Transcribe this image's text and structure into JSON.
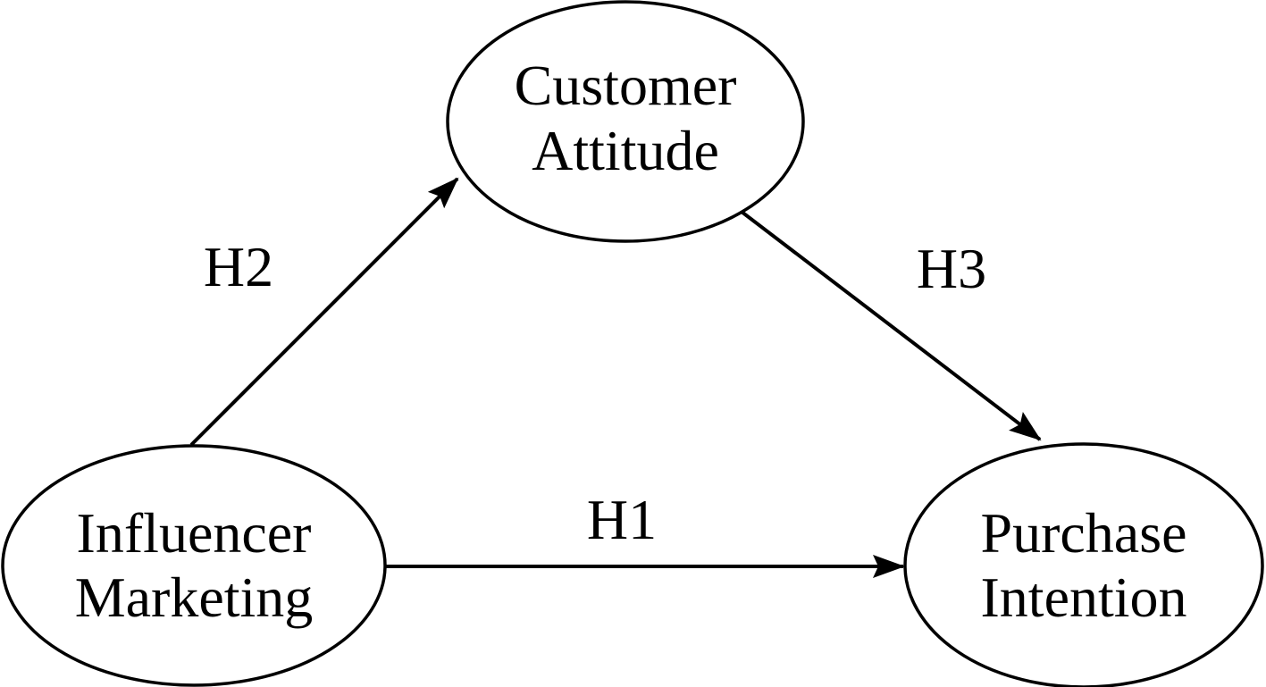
{
  "diagram": {
    "description": "Conceptual research model with three latent constructs and three hypothesis paths",
    "colors": {
      "background": "#ffffff",
      "stroke": "#000000",
      "text": "#000000"
    },
    "nodes": {
      "customer_attitude": {
        "line1": "Customer",
        "line2": "Attitude"
      },
      "influencer_marketing": {
        "line1": "Influencer",
        "line2": "Marketing"
      },
      "purchase_intention": {
        "line1": "Purchase",
        "line2": "Intention"
      }
    },
    "edges": {
      "h1": {
        "label": "H1",
        "from": "Influencer Marketing",
        "to": "Purchase Intention"
      },
      "h2": {
        "label": "H2",
        "from": "Influencer Marketing",
        "to": "Customer Attitude"
      },
      "h3": {
        "label": "H3",
        "from": "Customer Attitude",
        "to": "Purchase Intention"
      }
    }
  }
}
